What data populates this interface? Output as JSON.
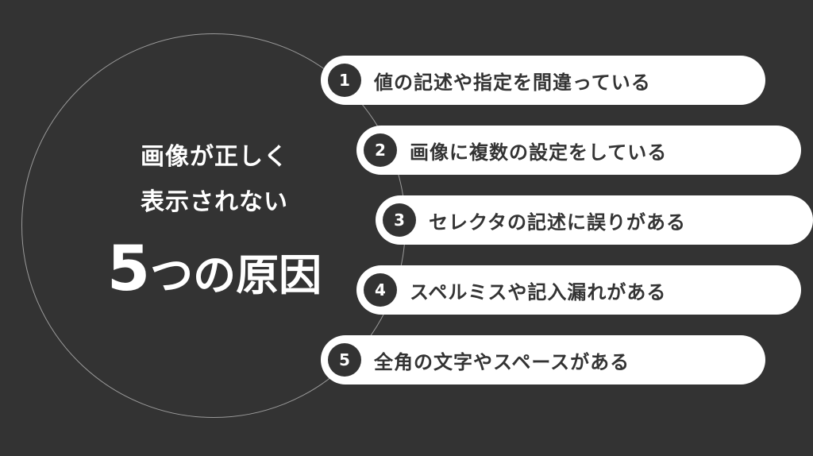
{
  "heading": {
    "line1": "画像が正しく",
    "line2": "表示されない",
    "count": "5",
    "suffix": "つの原因"
  },
  "reasons": [
    {
      "number": "1",
      "text": "値の記述や指定を間違っている"
    },
    {
      "number": "2",
      "text": "画像に複数の設定をしている"
    },
    {
      "number": "3",
      "text": "セレクタの記述に誤りがある"
    },
    {
      "number": "4",
      "text": "スペルミスや記入漏れがある"
    },
    {
      "number": "5",
      "text": "全角の文字やスペースがある"
    }
  ],
  "colors": {
    "background": "#333333",
    "pill": "#ffffff",
    "ring": "#9a9a9a"
  }
}
